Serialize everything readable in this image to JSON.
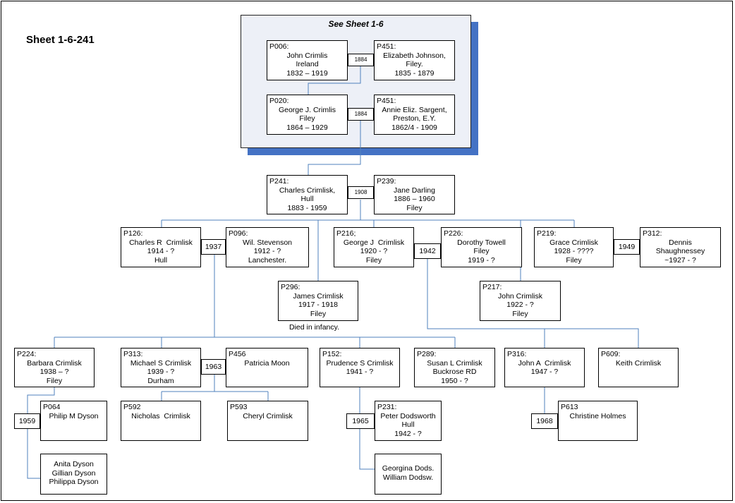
{
  "sheet_title": "Sheet 1-6-241",
  "see_sheet": "See Sheet 1-6",
  "persons": [
    {
      "id": "p006",
      "text": "P006:\nJohn Crimlis\nIreland\n1832 – 1919"
    },
    {
      "id": "p451a",
      "text": "P451:\nElizabeth Johnson,\nFiley.\n1835 - 1879"
    },
    {
      "id": "p020",
      "text": "P020:\nGeorge J. Crimlis\nFiley\n1864 – 1929"
    },
    {
      "id": "p451b",
      "text": "P451:\nAnnie Eliz. Sargent,\nPreston, E.Y.\n1862/4 - 1909"
    },
    {
      "id": "p241",
      "text": "P241:\nCharles Crimlisk,\nHull\n1883 - 1959"
    },
    {
      "id": "p239",
      "text": "P239:\nJane Darling\n1886 – 1960\nFiley"
    },
    {
      "id": "p126",
      "text": "P126:\nCharles R  Crimlisk\n1914 - ?\nHull"
    },
    {
      "id": "p096",
      "text": "P096:\nWil. Stevenson\n1912 - ?\nLanchester."
    },
    {
      "id": "p216",
      "text": "P216;\nGeorge J  Crimlisk\n1920 - ?\nFiley"
    },
    {
      "id": "p226",
      "text": "P226:\nDorothy Towell\nFiley\n1919 - ?"
    },
    {
      "id": "p219",
      "text": "P219:\nGrace Crimlisk\n1928 - ????\nFiley"
    },
    {
      "id": "p312",
      "text": "P312:\nDennis\nShaughnessey\n~1927 - ?"
    },
    {
      "id": "p296",
      "text": "P296:\nJames Crimlisk\n1917 - 1918\nFiley"
    },
    {
      "id": "p217",
      "text": "P217:\nJohn Crimlisk\n1922 - ?\nFiley"
    },
    {
      "id": "p224",
      "text": "P224:\nBarbara Crimlisk\n1938 – ?\nFiley"
    },
    {
      "id": "p313",
      "text": "P313:\nMichael S Crimlisk\n1939 - ?\nDurham"
    },
    {
      "id": "p456",
      "text": "P456\nPatricia Moon"
    },
    {
      "id": "p152",
      "text": "P152:\nPrudence S Crimlisk\n1941 - ?"
    },
    {
      "id": "p289",
      "text": "P289:\nSusan L Crimlisk\nBuckrose RD\n1950 - ?"
    },
    {
      "id": "p316",
      "text": "P316:\nJohn A  Crimlisk\n1947 - ?"
    },
    {
      "id": "p609",
      "text": "P609:\nKeith Crimlisk"
    },
    {
      "id": "p064",
      "text": "P064\nPhilip M Dyson"
    },
    {
      "id": "p592",
      "text": "P592\nNicholas  Crimlisk"
    },
    {
      "id": "p593",
      "text": "P593\nCheryl Crimlisk"
    },
    {
      "id": "p231",
      "text": "P231:\nPeter Dodsworth\nHull\n1942 - ?"
    },
    {
      "id": "p613",
      "text": "P613\nChristine Holmes"
    },
    {
      "id": "dyson_children",
      "text": "Anita Dyson\nGillian Dyson\nPhilippa Dyson"
    },
    {
      "id": "dods_children",
      "text": "Georgina Dods.\nWilliam Dodsw."
    }
  ],
  "marriages": [
    {
      "id": "m1",
      "year": "1884"
    },
    {
      "id": "m2",
      "year": "1884"
    },
    {
      "id": "m3",
      "year": "1908"
    },
    {
      "id": "m4",
      "year": "1937"
    },
    {
      "id": "m5",
      "year": "1942"
    },
    {
      "id": "m6",
      "year": "1949"
    },
    {
      "id": "m7",
      "year": "1963"
    },
    {
      "id": "m8",
      "year": "1959"
    },
    {
      "id": "m9",
      "year": "1965"
    },
    {
      "id": "m10",
      "year": "1968"
    }
  ],
  "notes": {
    "p296_note": "Died in infancy."
  },
  "colors": {
    "connector": "#4f81bd",
    "panel_fill": "#edf0f7",
    "panel_shadow": "#4472c4"
  }
}
